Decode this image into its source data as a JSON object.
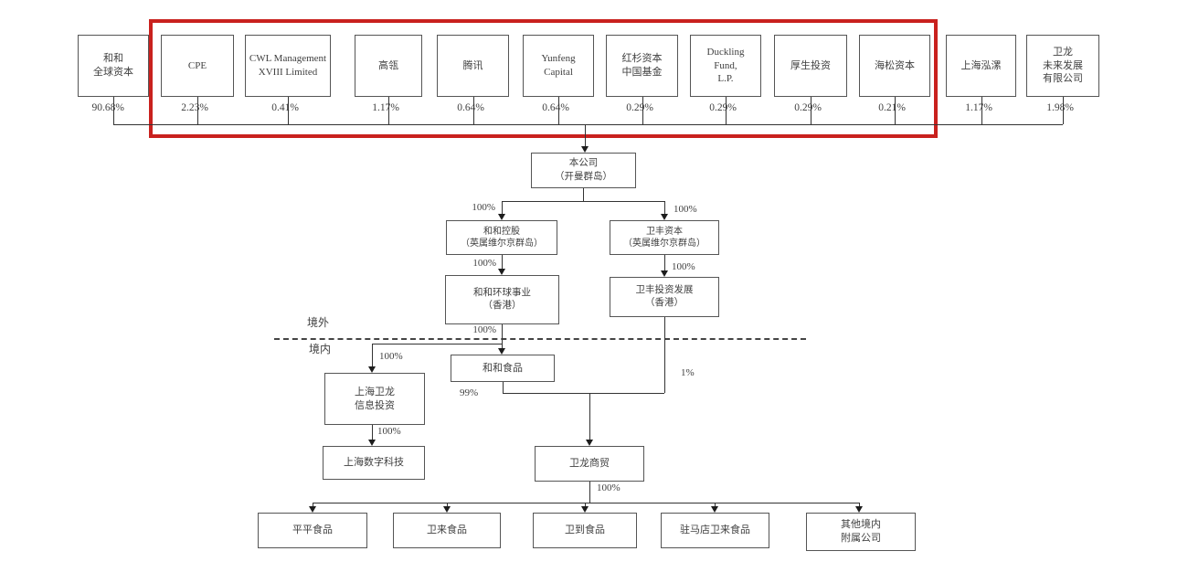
{
  "diagram": {
    "type": "shareholding-structure-chart",
    "highlight_box_color": "#c9211e"
  },
  "shareholders": [
    {
      "name": "和和\n全球资本",
      "pct": "90.68%"
    },
    {
      "name": "CPE",
      "pct": "2.23%"
    },
    {
      "name": "CWL Management\nXVIII Limited",
      "pct": "0.41%"
    },
    {
      "name": "高瓴",
      "pct": "1.17%"
    },
    {
      "name": "腾讯",
      "pct": "0.64%"
    },
    {
      "name": "Yunfeng\nCapital",
      "pct": "0.64%"
    },
    {
      "name": "红杉资本\n中国基金",
      "pct": "0.29%"
    },
    {
      "name": "Duckling\nFund,\nL.P.",
      "pct": "0.29%"
    },
    {
      "name": "厚生投资",
      "pct": "0.29%"
    },
    {
      "name": "海松资本",
      "pct": "0.21%"
    },
    {
      "name": "上海泓漯",
      "pct": "1.17%"
    },
    {
      "name": "卫龙\n未来发展\n有限公司",
      "pct": "1.98%"
    }
  ],
  "company": {
    "name": "本公司\n（开曼群岛）"
  },
  "offshore_label": "境外",
  "onshore_label": "境内",
  "entities": {
    "hehe_holdings": {
      "name": "和和控股\n（英属维尔京群岛）",
      "ownership": "100%"
    },
    "weifeng_capital": {
      "name": "卫丰资本\n（英属维尔京群岛）",
      "ownership": "100%"
    },
    "hehe_global": {
      "name": "和和环球事业\n（香港）",
      "ownership": "100%"
    },
    "weifeng_investment": {
      "name": "卫丰投资发展\n（香港）",
      "ownership": "100%"
    },
    "shanghai_weilong_info": {
      "name": "上海卫龙\n信息投资",
      "ownership": "100%"
    },
    "hehe_food": {
      "name": "和和食品",
      "ownership": "100%"
    },
    "shanghai_digital": {
      "name": "上海数字科技",
      "ownership": "100%"
    },
    "weilong_trading": {
      "name": "卫龙商贸",
      "ownership_from_hehe_food": "99%",
      "ownership_from_weifeng_investment": "1%",
      "ownership_to_subsidiaries": "100%"
    }
  },
  "subsidiaries": [
    {
      "name": "平平食品"
    },
    {
      "name": "卫来食品"
    },
    {
      "name": "卫到食品"
    },
    {
      "name": "驻马店卫来食品"
    },
    {
      "name": "其他境内\n附属公司"
    }
  ]
}
